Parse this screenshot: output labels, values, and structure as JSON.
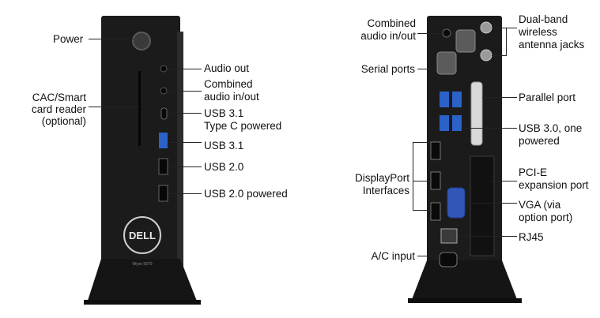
{
  "front": {
    "brand": "DELL",
    "model": "Wyse 5070",
    "labels": {
      "power": "Power",
      "cac_1": "CAC/Smart",
      "cac_2": "card reader",
      "cac_3": "(optional)",
      "audio_out": "Audio out",
      "combined_1": "Combined",
      "combined_2": "audio in/out",
      "usbc_1": "USB 3.1",
      "usbc_2": "Type C powered",
      "usb31": "USB 3.1",
      "usb20": "USB 2.0",
      "usb20p": "USB 2.0 powered"
    }
  },
  "rear": {
    "labels": {
      "combined_1": "Combined",
      "combined_2": "audio in/out",
      "antenna_1": "Dual-band",
      "antenna_2": "wireless",
      "antenna_3": "antenna jacks",
      "serial": "Serial ports",
      "parallel": "Parallel port",
      "usb30_1": "USB 3.0, one",
      "usb30_2": "powered",
      "dp_1": "DisplayPort",
      "dp_2": "Interfaces",
      "pcie_1": "PCI-E",
      "pcie_2": "expansion port",
      "vga_1": "VGA (via",
      "vga_2": "option port)",
      "rj45": "RJ45",
      "ac": "A/C input"
    }
  },
  "colors": {
    "case": "#1b1b1b",
    "usb3": "#2a62c9",
    "label_text": "#111111"
  }
}
